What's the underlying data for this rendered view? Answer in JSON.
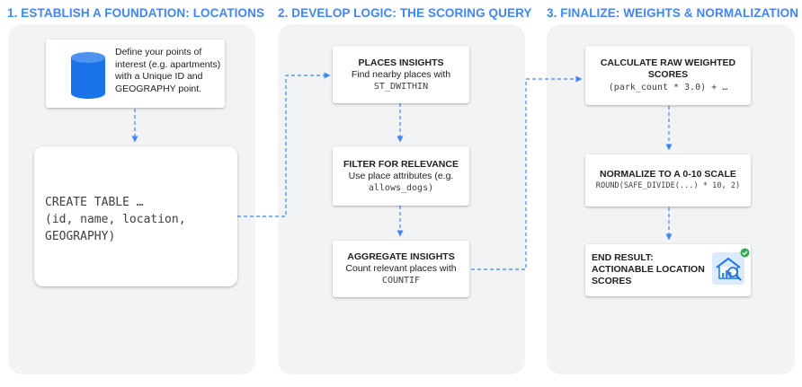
{
  "columns": [
    {
      "title": "1. ESTABLISH A FOUNDATION: LOCATIONS"
    },
    {
      "title": "2. DEVELOP LOGIC: THE SCORING QUERY"
    },
    {
      "title": "3. FINALIZE: WEIGHTS & NORMALIZATION"
    }
  ],
  "foundation": {
    "define_text": "Define your points of interest (e.g. apartments) with a Unique ID and GEOGRAPHY point.",
    "sql_lines": [
      "CREATE TABLE …",
      "(id, name, location,",
      "GEOGRAPHY)"
    ]
  },
  "scoring": {
    "places_title": "PLACES INSIGHTS",
    "places_text": "Find nearby places with",
    "places_code": "ST_DWITHIN",
    "filter_title": "FILTER FOR RELEVANCE",
    "filter_text": "Use place attributes (e.g.",
    "filter_code": "allows_dogs)",
    "aggregate_title": "AGGREGATE INSIGHTS",
    "aggregate_text": "Count relevant places with",
    "aggregate_code": "COUNTIF"
  },
  "finalize": {
    "raw_title_1": "CALCULATE RAW WEIGHTED",
    "raw_title_2": "SCORES",
    "raw_code": "(park_count * 3.0) + …",
    "norm_title": "NORMALIZE TO A 0-10 SCALE",
    "norm_code": "ROUND(SAFE_DIVIDE(...) * 10, 2)",
    "result_title_1": "END RESULT:",
    "result_title_2": "ACTIONABLE LOCATION",
    "result_title_3": "SCORES"
  },
  "colors": {
    "accent": "#4285f4",
    "panel_bg": "#f1f3f4",
    "cylinder": "#1a73e8",
    "connector": "#4285f4",
    "check": "#34a853",
    "icon_bg": "#dbeafc"
  },
  "icons": [
    "database-cylinder-icon",
    "house-chart-search-icon",
    "check-badge-icon"
  ]
}
